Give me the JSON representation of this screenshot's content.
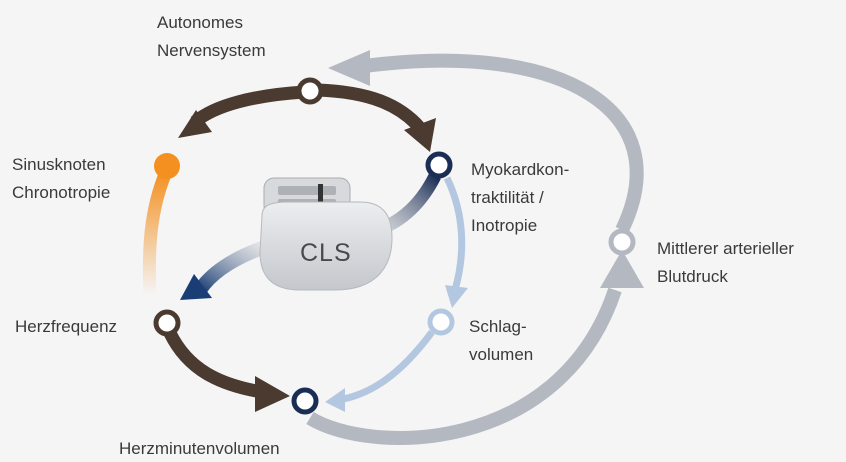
{
  "labels": {
    "autonomes": "Autonomes",
    "nervensystem": "Nervensystem",
    "sinusknoten": "Sinusknoten",
    "chronotropie": "Chronotropie",
    "myokard1": "Myokardkon-",
    "myokard2": "traktilität /",
    "myokard3": "Inotropie",
    "mittlerer": "Mittlerer arterieller",
    "blutdruck": "Blutdruck",
    "herzfrequenz": "Herzfrequenz",
    "schlag1": "Schlag-",
    "schlag2": "volumen",
    "herzminutenvolumen": "Herzminutenvolumen",
    "device": "CLS"
  },
  "colors": {
    "brown": "#4a3a30",
    "navy": "#1a2d55",
    "lightblue": "#b3c8e0",
    "gray": "#b4b8c0",
    "orange": "#f39020"
  }
}
